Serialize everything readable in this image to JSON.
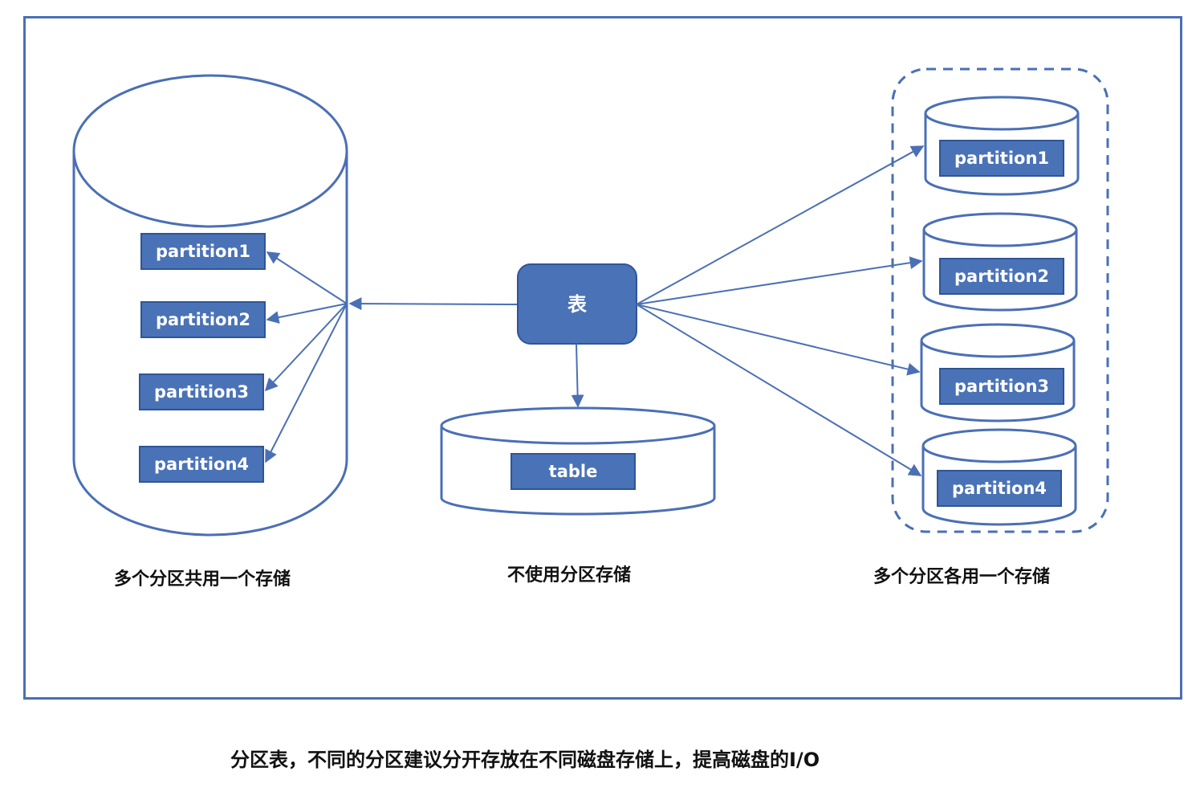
{
  "colors": {
    "frame": "#4a6fb5",
    "box_fill": "#4a72b6",
    "box_border": "#2f5597",
    "line": "#4a6fb5",
    "text": "#111111"
  },
  "center": {
    "label": "表"
  },
  "shared_storage": {
    "caption": "多个分区共用一个存储",
    "partitions": [
      "partition1",
      "partition2",
      "partition3",
      "partition4"
    ]
  },
  "single_storage": {
    "caption": "不使用分区存储",
    "label": "table"
  },
  "separate_storage": {
    "caption": "多个分区各用一个存储",
    "partitions": [
      "partition1",
      "partition2",
      "partition3",
      "partition4"
    ]
  },
  "footer": {
    "caption": "分区表，不同的分区建议分开存放在不同磁盘存储上，提高磁盘的I/O"
  }
}
